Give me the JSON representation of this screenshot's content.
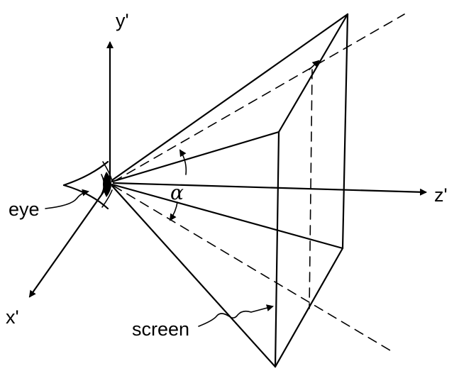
{
  "labels": {
    "y_axis": "y'",
    "z_axis": "z'",
    "x_axis": "x'",
    "angle": "α",
    "eye": "eye",
    "screen": "screen"
  },
  "colors": {
    "ink": "#000000",
    "background": "#ffffff"
  }
}
